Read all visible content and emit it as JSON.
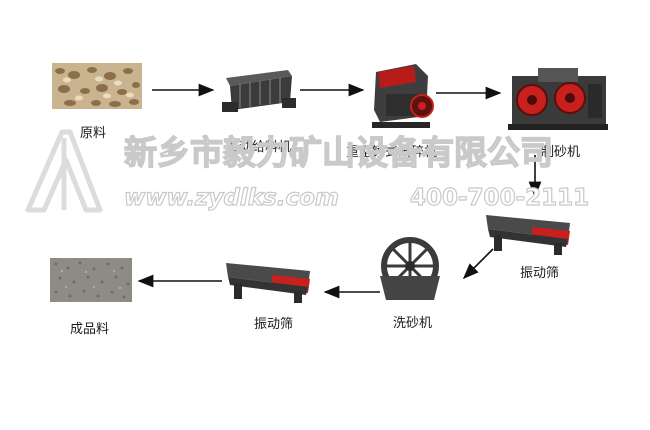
{
  "labels": {
    "raw_material": "原料",
    "vibrating_feeder": "振动给料机",
    "hammer_crusher": "重型锤式破碎机",
    "sand_maker": "制砂机",
    "vibrating_screen_1": "振动筛",
    "sand_washer": "洗砂机",
    "vibrating_screen_2": "振动筛",
    "finished_product": "成品料"
  },
  "watermark": {
    "company": "新乡市毅力矿山设备有限公司",
    "website": "www.zydlks.com",
    "phone": "400-700-2111"
  },
  "colors": {
    "arrow": "#111111",
    "machine_dark": "#3b3b3b",
    "machine_red": "#c8201c",
    "watermark": "#cfcfcf"
  }
}
